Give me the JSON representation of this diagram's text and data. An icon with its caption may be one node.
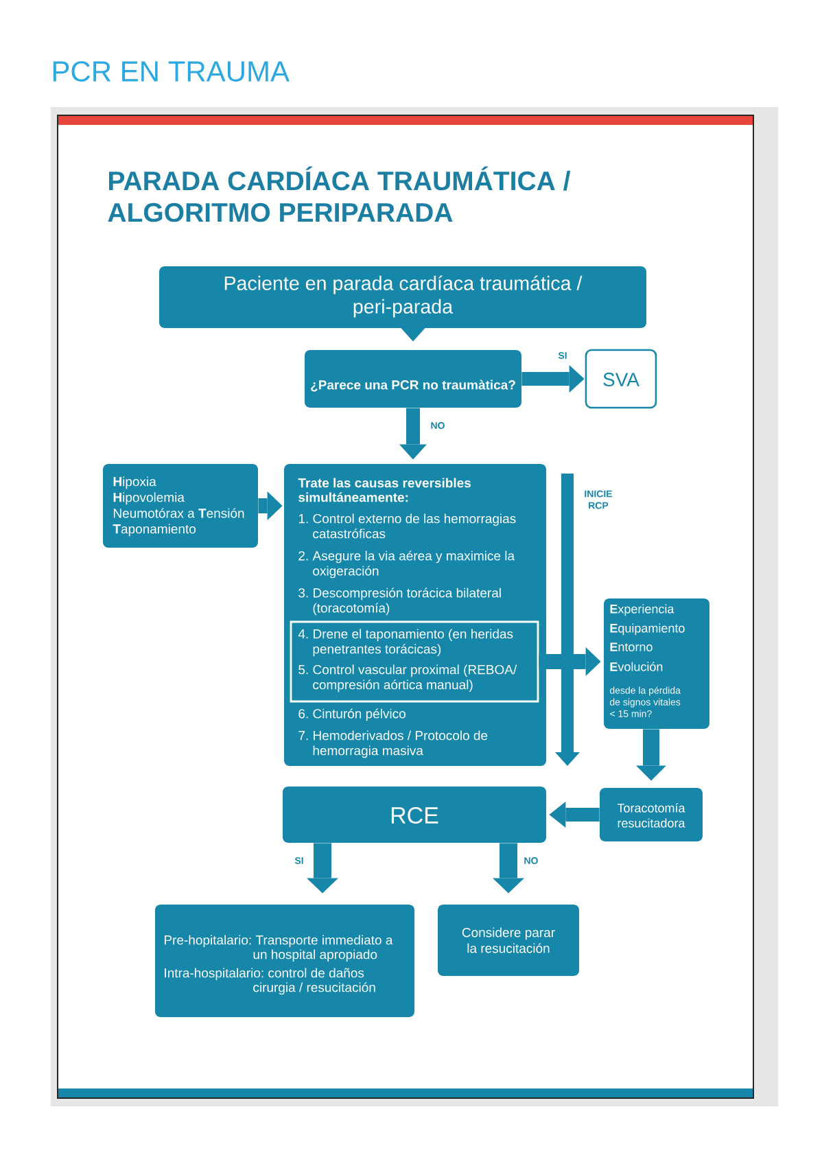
{
  "diagram": {
    "title": "PARADA CARDÍACA TRAUMÁTICA / ALGORITMO PERIPARADA",
    "nodes": [
      {
        "text": [
          "Paciente en parada cardíaca traumática / peri-parada"
        ]
      },
      {
        "text": [
          "¿Parece una PCR no traumàtica?"
        ]
      },
      {
        "text": [
          "SVA"
        ]
      },
      {
        "text": [
          "**H**ipoxia",
          "**H**ipovolemia",
          "Neumotórax a **T**ensión",
          "**T**aponamiento"
        ]
      },
      {
        "text": [
          "Trate las causas reversibles simultáneamente:",
          "1. Control externo de las hemorragias catastróficas",
          "2. Asegure la via aérea y maximice la oxigeración",
          "3. Descompresión torácica bilateral (toracotomía)",
          "6. Cinturón pélvico",
          "7. Hemoderivados / Protocolo de hemorragia masiva"
        ]
      },
      {
        "text": [
          "4. Drene el taponamiento (en heridas penetrantes torácicas)",
          "5. Control vascular proximal (REBOA/ compresión aórtica manual)"
        ],
        "in": 4
      },
      {
        "text": [
          "**E**xperiencia",
          "**E**quipamiento",
          "**E**ntorno",
          "**E**volución",
          "desde la pérdida de signos vitales < 15 min?"
        ]
      },
      {
        "text": [
          "Toracotomía resucitadora"
        ]
      },
      {
        "text": [
          "RCE"
        ]
      },
      {
        "text": [
          "Pre-hopitalario: Transporte immediato a un hospital apropiado",
          "Intra-hospitalario: control de daños cirurgia / resucitación"
        ]
      },
      {
        "text": [
          "Considere parar la resucitación"
        ]
      }
    ],
    "edges": [
      {
        "from": 0,
        "to": 1,
        "arrow": "to"
      },
      {
        "from": 1,
        "to": 2,
        "arrow": "to",
        "label": "SI"
      },
      {
        "from": 1,
        "to": 4,
        "arrow": "to",
        "label": "NO"
      },
      {
        "from": 3,
        "to": 4,
        "arrow": "to"
      },
      {
        "from": 5,
        "to": 6,
        "arrow": "to"
      },
      {
        "from": 6,
        "to": 7,
        "arrow": "to"
      },
      {
        "from": 7,
        "to": 8,
        "arrow": "to"
      },
      {
        "from": 8,
        "to": 9,
        "arrow": "to",
        "label": "SI"
      },
      {
        "from": 8,
        "to": 10,
        "arrow": "to",
        "label": "NO"
      }
    ],
    "labels": [
      "PCR EN TRAUMA",
      "INICIE RCP"
    ]
  }
}
